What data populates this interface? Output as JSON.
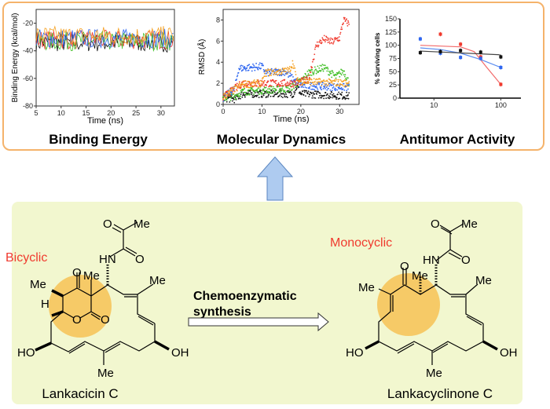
{
  "titles": {
    "binding": "Binding Energy",
    "md": "Molecular Dynamics",
    "antitumor": "Antitumor Activity"
  },
  "colors": {
    "black": "#111111",
    "red": "#f03a2e",
    "green": "#44c02a",
    "blue": "#2e66f0",
    "orange": "#f5a020",
    "highlight": "#f7c255",
    "arrow": "#aecbf0"
  },
  "chart_data": [
    {
      "type": "line",
      "title": "Binding Energy",
      "xlabel": "Time (ns)",
      "ylabel": "Binding Energy (kcal/mol)",
      "xlim": [
        5,
        32.7
      ],
      "ylim": [
        -80,
        -10
      ],
      "xticks": [
        "5",
        "10",
        "15",
        "20",
        "25",
        "30"
      ],
      "yticks": [
        "-20",
        "-40",
        "-60",
        "-80"
      ],
      "series": [
        {
          "name": "black",
          "mean": -34
        },
        {
          "name": "red",
          "mean": -32
        },
        {
          "name": "green",
          "mean": -33
        },
        {
          "name": "blue",
          "mean": -31
        },
        {
          "name": "orange",
          "mean": -29
        }
      ]
    },
    {
      "type": "scatter",
      "title": "Molecular Dynamics",
      "xlabel": "Time (ns)",
      "ylabel": "RMSD (Å)",
      "xlim": [
        0,
        35
      ],
      "ylim": [
        0,
        9
      ],
      "xticks": [
        "0",
        "10",
        "20",
        "30"
      ],
      "yticks": [
        "0",
        "2",
        "4",
        "6",
        "8"
      ],
      "series": [
        {
          "name": "black",
          "profile": [
            [
              0,
              0.6
            ],
            [
              3,
              0.5
            ],
            [
              5,
              1.0
            ],
            [
              18,
              1.0
            ],
            [
              19,
              1.7
            ],
            [
              20,
              1.0
            ],
            [
              32.5,
              0.8
            ]
          ]
        },
        {
          "name": "green",
          "profile": [
            [
              0,
              0.6
            ],
            [
              3,
              0.8
            ],
            [
              5,
              1.2
            ],
            [
              17,
              1.5
            ],
            [
              20,
              2.2
            ],
            [
              22,
              3.0
            ],
            [
              26,
              3.5
            ],
            [
              29,
              2.6
            ],
            [
              31,
              3.2
            ],
            [
              32.5,
              2.0
            ]
          ]
        },
        {
          "name": "blue",
          "profile": [
            [
              0,
              0.6
            ],
            [
              3,
              1.5
            ],
            [
              4,
              3.4
            ],
            [
              10,
              3.6
            ],
            [
              11,
              3.0
            ],
            [
              16,
              3.1
            ],
            [
              18,
              2.4
            ],
            [
              20,
              1.8
            ],
            [
              32.5,
              1.6
            ]
          ]
        },
        {
          "name": "red",
          "profile": [
            [
              0,
              0.7
            ],
            [
              3,
              1.5
            ],
            [
              5,
              2.0
            ],
            [
              18,
              2.0
            ],
            [
              22,
              2.3
            ],
            [
              24,
              5.6
            ],
            [
              26,
              6.2
            ],
            [
              28,
              5.9
            ],
            [
              30,
              6.3
            ],
            [
              31,
              8.0
            ],
            [
              32.5,
              7.6
            ]
          ]
        },
        {
          "name": "orange",
          "profile": [
            [
              0,
              0.7
            ],
            [
              3,
              1.4
            ],
            [
              5,
              1.9
            ],
            [
              10,
              2.0
            ],
            [
              11,
              3.0
            ],
            [
              17,
              3.2
            ],
            [
              18,
              4.0
            ],
            [
              19,
              2.2
            ],
            [
              32.5,
              2.0
            ]
          ]
        }
      ]
    },
    {
      "type": "scatter",
      "title": "Antitumor Activity",
      "xlabel": "",
      "ylabel": "% Surviving cells",
      "xscale": "log",
      "xlim": [
        3.1,
        200
      ],
      "ylim": [
        0,
        150
      ],
      "xticks": [
        "10",
        "100"
      ],
      "yticks": [
        "0",
        "25",
        "50",
        "75",
        "100",
        "125",
        "150"
      ],
      "series": [
        {
          "name": "red",
          "x": [
            12.5,
            25,
            50,
            100
          ],
          "y": [
            121,
            102,
            78,
            26
          ],
          "fit": [
            [
              6.25,
              100
            ],
            [
              25,
              97
            ],
            [
              40,
              88
            ],
            [
              60,
              60
            ],
            [
              100,
              26
            ]
          ]
        },
        {
          "name": "blue",
          "x": [
            6.25,
            12.5,
            25,
            50,
            100
          ],
          "y": [
            112,
            85,
            77,
            75,
            58
          ],
          "fit": [
            [
              6.25,
              95
            ],
            [
              12.5,
              92
            ],
            [
              25,
              85
            ],
            [
              50,
              73
            ],
            [
              100,
              58
            ]
          ]
        },
        {
          "name": "black",
          "x": [
            6.25,
            12.5,
            25,
            50,
            100
          ],
          "y": [
            86,
            88,
            90,
            87,
            78
          ],
          "fit": [
            [
              6.25,
              89
            ],
            [
              100,
              82
            ]
          ]
        }
      ]
    }
  ],
  "chem": {
    "left_label": "Bicyclic",
    "right_label": "Monocyclic",
    "left_name": "Lankacicin C",
    "right_name": "Lankacyclinone C",
    "reaction_line1": "Chemoenzymatic",
    "reaction_line2": "synthesis",
    "atoms": {
      "O": "O",
      "Me": "Me",
      "HN": "HN",
      "H": "H",
      "HO": "HO",
      "OH": "OH"
    }
  }
}
